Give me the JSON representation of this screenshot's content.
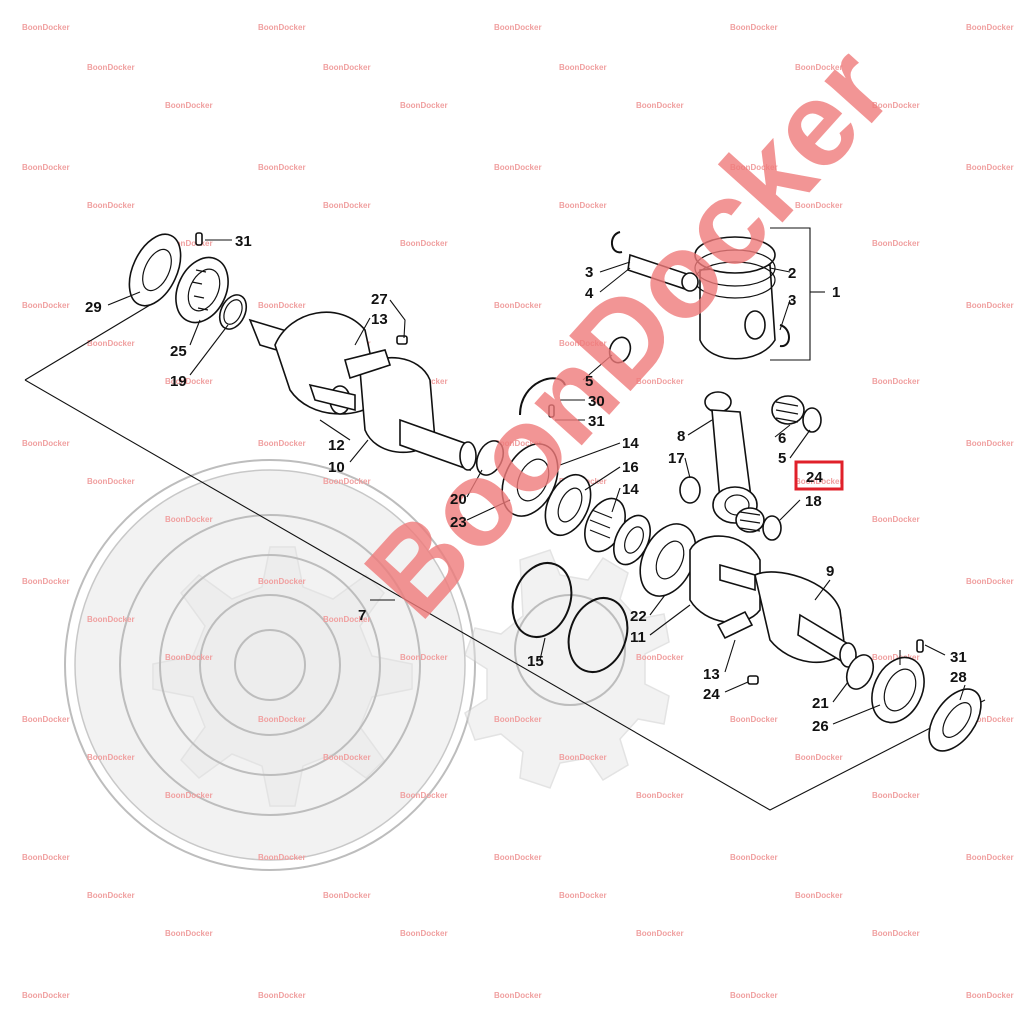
{
  "diagram": {
    "callouts": [
      {
        "id": "c31a",
        "text": "31"
      },
      {
        "id": "c29",
        "text": "29"
      },
      {
        "id": "c25",
        "text": "25"
      },
      {
        "id": "c19",
        "text": "19"
      },
      {
        "id": "c27",
        "text": "27"
      },
      {
        "id": "c13a",
        "text": "13"
      },
      {
        "id": "c12",
        "text": "12"
      },
      {
        "id": "c10",
        "text": "10"
      },
      {
        "id": "c3a",
        "text": "3"
      },
      {
        "id": "c4",
        "text": "4"
      },
      {
        "id": "c2",
        "text": "2"
      },
      {
        "id": "c3b",
        "text": "3"
      },
      {
        "id": "c1",
        "text": "1"
      },
      {
        "id": "c5a",
        "text": "5"
      },
      {
        "id": "c30",
        "text": "30"
      },
      {
        "id": "c31b",
        "text": "31"
      },
      {
        "id": "c8",
        "text": "8"
      },
      {
        "id": "c6",
        "text": "6"
      },
      {
        "id": "c5b",
        "text": "5"
      },
      {
        "id": "c17",
        "text": "17"
      },
      {
        "id": "c24a",
        "text": "24"
      },
      {
        "id": "c18",
        "text": "18"
      },
      {
        "id": "c14a",
        "text": "14"
      },
      {
        "id": "c16",
        "text": "16"
      },
      {
        "id": "c14b",
        "text": "14"
      },
      {
        "id": "c20",
        "text": "20"
      },
      {
        "id": "c23",
        "text": "23"
      },
      {
        "id": "c7",
        "text": "7"
      },
      {
        "id": "c15",
        "text": "15"
      },
      {
        "id": "c22",
        "text": "22"
      },
      {
        "id": "c11",
        "text": "11"
      },
      {
        "id": "c9",
        "text": "9"
      },
      {
        "id": "c13b",
        "text": "13"
      },
      {
        "id": "c24b",
        "text": "24"
      },
      {
        "id": "c31c",
        "text": "31"
      },
      {
        "id": "c28",
        "text": "28"
      },
      {
        "id": "c21",
        "text": "21"
      },
      {
        "id": "c26",
        "text": "26"
      }
    ],
    "highlighted_callout": "24",
    "highlight_color": "#e0202a"
  },
  "watermark": {
    "big_text": "BoonDocker",
    "small_text": "BoonDocker",
    "color": "#f07b7b"
  }
}
